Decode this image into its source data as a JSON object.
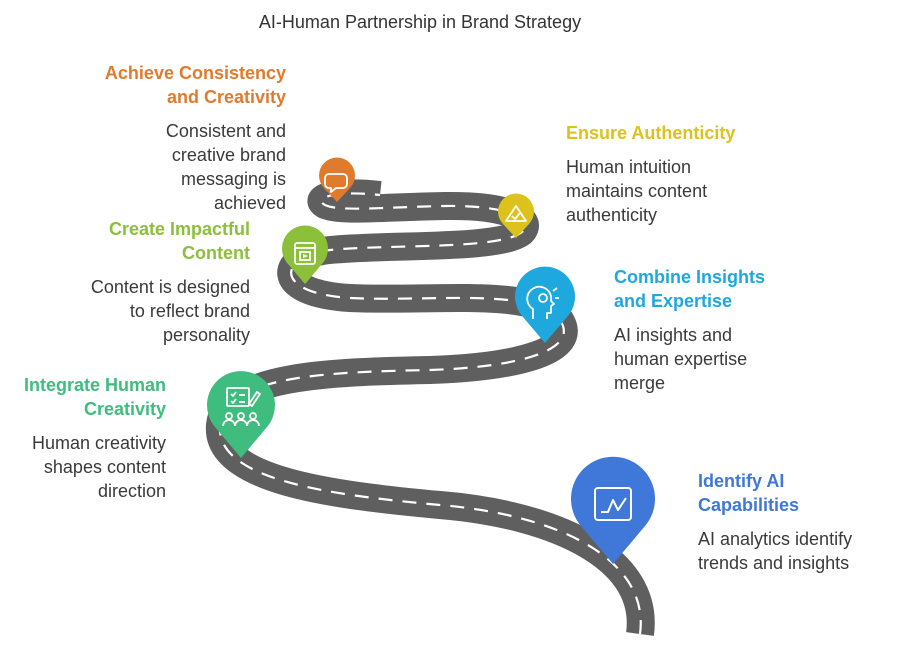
{
  "title": "AI-Human Partnership in Brand Strategy",
  "colors": {
    "road": "#5f5f5f",
    "dash": "#ffffff",
    "orange": "#e07b2e",
    "yellow": "#dcc21a",
    "lime": "#8cbf3a",
    "cyan": "#1ea8de",
    "green": "#3ebd7e",
    "blue": "#3f78d8"
  },
  "steps": [
    {
      "title": "Achieve Consistency and Creativity",
      "title_lines": [
        "Achieve Consistency",
        "and Creativity"
      ],
      "desc": "Consistent and creative brand messaging is achieved",
      "desc_lines": [
        "Consistent and",
        "creative brand",
        "messaging is",
        "achieved"
      ],
      "color": "#e07b2e",
      "icon": "speech-bubble-icon"
    },
    {
      "title": "Ensure Authenticity",
      "title_lines": [
        "Ensure Authenticity"
      ],
      "desc": "Human intuition maintains content authenticity",
      "desc_lines": [
        "Human intuition",
        "maintains content",
        "authenticity"
      ],
      "color": "#dcc21a",
      "icon": "badge-check-icon"
    },
    {
      "title": "Create Impactful Content",
      "title_lines": [
        "Create Impactful",
        "Content"
      ],
      "desc": "Content is designed to reflect brand personality",
      "desc_lines": [
        "Content is designed",
        "to reflect brand",
        "personality"
      ],
      "color": "#8cbf3a",
      "icon": "video-window-icon"
    },
    {
      "title": "Combine Insights and Expertise",
      "title_lines": [
        "Combine Insights",
        "and Expertise"
      ],
      "desc": "AI insights and human expertise merge",
      "desc_lines": [
        "AI insights and",
        "human expertise",
        "merge"
      ],
      "color": "#1ea8de",
      "icon": "ai-head-icon"
    },
    {
      "title": "Integrate Human Creativity",
      "title_lines": [
        "Integrate Human",
        "Creativity"
      ],
      "desc": "Human creativity shapes content direction",
      "desc_lines": [
        "Human creativity",
        "shapes content",
        "direction"
      ],
      "color": "#3ebd7e",
      "icon": "team-checklist-icon"
    },
    {
      "title": "Identify AI Capabilities",
      "title_lines": [
        "Identify AI",
        "Capabilities"
      ],
      "desc": "AI analytics identify trends and insights",
      "desc_lines": [
        "AI analytics identify",
        "trends and insights"
      ],
      "color": "#3f78d8",
      "icon": "line-chart-icon"
    }
  ]
}
